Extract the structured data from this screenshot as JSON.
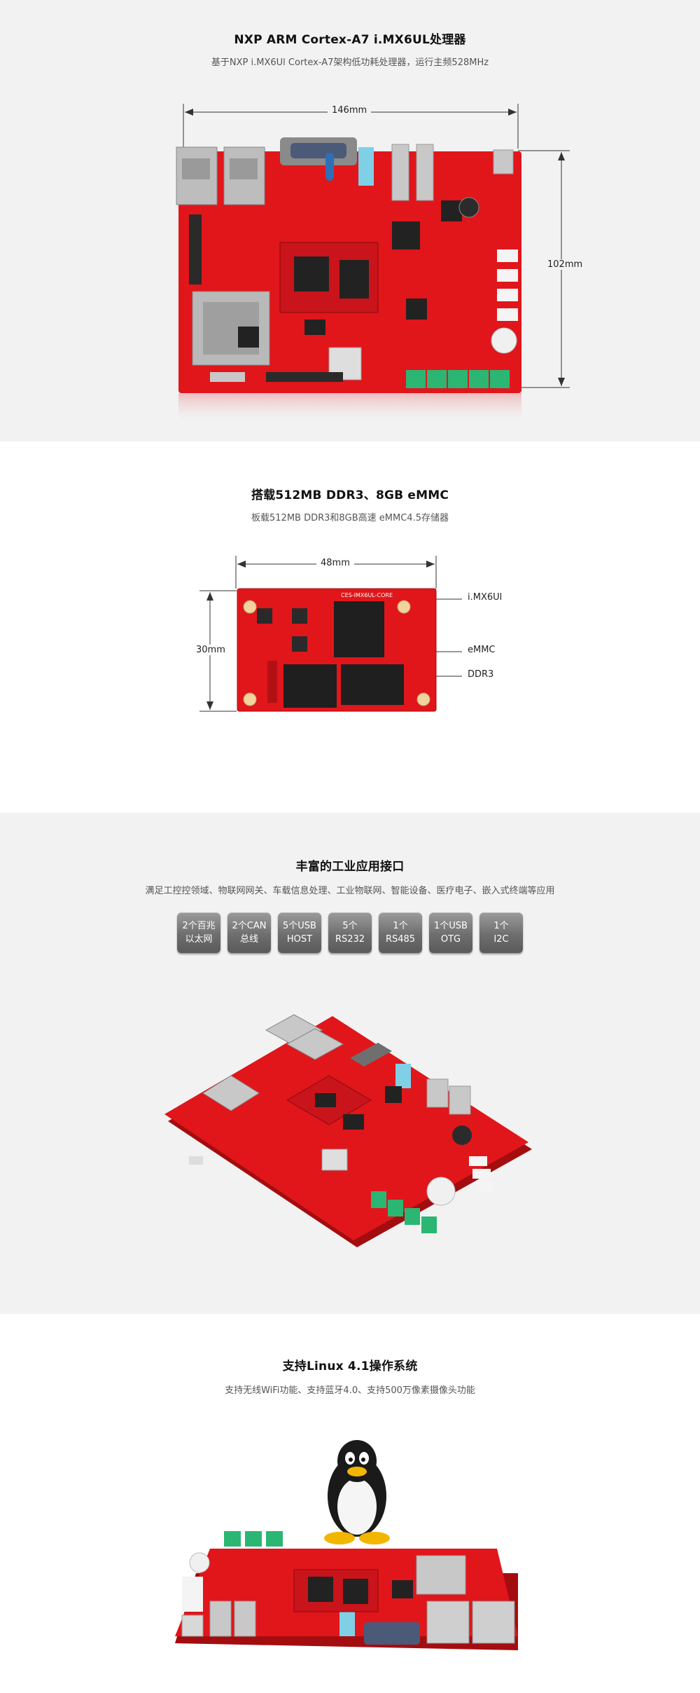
{
  "section1": {
    "title": "NXP ARM Cortex-A7 i.MX6UL处理器",
    "subtitle": "基于NXP i.MX6Ul Cortex-A7架构低功耗处理器，运行主频528MHz",
    "width_label": "146mm",
    "height_label": "102mm"
  },
  "section2": {
    "title": "搭载512MB DDR3、8GB eMMC",
    "subtitle": "板载512MB DDR3和8GB高速 eMMC4.5存储器",
    "width_label": "48mm",
    "height_label": "30mm",
    "module_silk": "CES-IMX6UL-CORE",
    "callouts": [
      "i.MX6Ul",
      "eMMC",
      "DDR3"
    ]
  },
  "section3": {
    "title": "丰富的工业应用接口",
    "subtitle": "满足工控控领域、物联网网关、车载信息处理、工业物联网、智能设备、医疗电子、嵌入式终端等应用",
    "badges": [
      {
        "line1": "2个百兆",
        "line2": "以太网"
      },
      {
        "line1": "2个CAN",
        "line2": "总线"
      },
      {
        "line1": "5个USB",
        "line2": "HOST"
      },
      {
        "line1": "5个",
        "line2": "RS232"
      },
      {
        "line1": "1个",
        "line2": "RS485"
      },
      {
        "line1": "1个USB",
        "line2": "OTG"
      },
      {
        "line1": "1个",
        "line2": "I2C"
      }
    ]
  },
  "section4": {
    "title": "支持Linux 4.1操作系统",
    "subtitle": "支持无线WiFi功能、支持蓝牙4.0、支持500万像素摄像头功能"
  },
  "colors": {
    "pcb_red": "#e0161b",
    "pcb_dark": "#a40d10",
    "terminal_green": "#2bb673",
    "section_gray": "#f2f2f2"
  }
}
